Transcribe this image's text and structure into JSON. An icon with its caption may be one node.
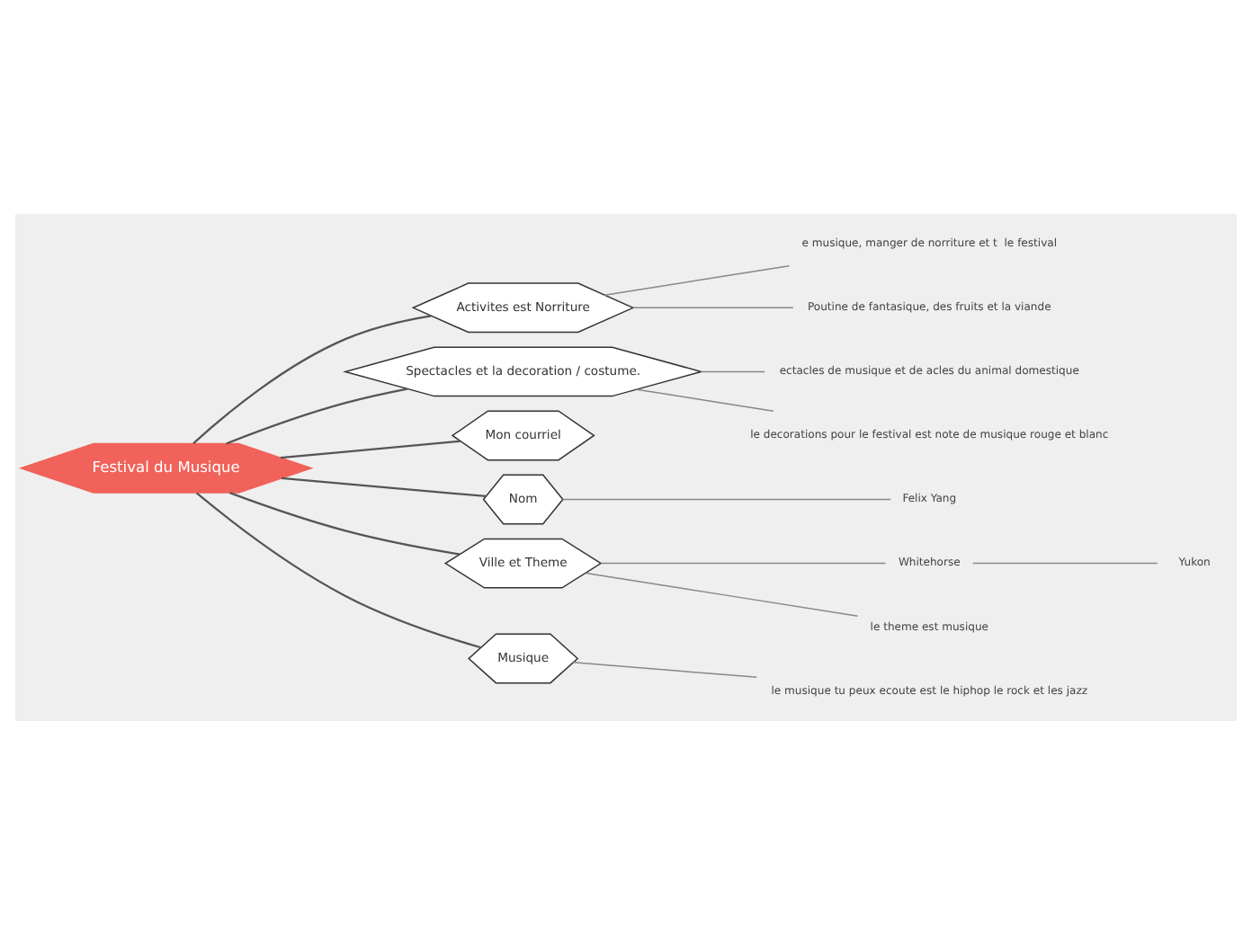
{
  "diagram": {
    "nodes": [
      {
        "text": [
          "Festival du Musique"
        ]
      },
      {
        "text": [
          "Activites est Norriture"
        ]
      },
      {
        "text": [
          "e musique, manger de norriture et t  le festival"
        ]
      },
      {
        "text": [
          "Poutine de fantasique, des fruits et la viande"
        ]
      },
      {
        "text": [
          "Spectacles et la decoration / costume."
        ]
      },
      {
        "text": [
          "ectacles de musique et de acles du animal domestique"
        ]
      },
      {
        "text": [
          "le decorations pour le festival est note de musique rouge et blanc"
        ]
      },
      {
        "text": [
          "Mon courriel"
        ]
      },
      {
        "text": [
          "Nom"
        ]
      },
      {
        "text": [
          "Felix Yang"
        ]
      },
      {
        "text": [
          "Ville et Theme"
        ]
      },
      {
        "text": [
          "Whitehorse"
        ]
      },
      {
        "text": [
          "Yukon"
        ]
      },
      {
        "text": [
          "le theme est musique"
        ]
      },
      {
        "text": [
          "Musique"
        ]
      },
      {
        "text": [
          "le musique tu peux ecoute est le hiphop le rock et les jazz"
        ]
      }
    ],
    "edges": [
      {
        "from": 0,
        "to": 1,
        "arrow": "none"
      },
      {
        "from": 1,
        "to": 2,
        "arrow": "none"
      },
      {
        "from": 1,
        "to": 3,
        "arrow": "none"
      },
      {
        "from": 0,
        "to": 4,
        "arrow": "none"
      },
      {
        "from": 4,
        "to": 5,
        "arrow": "none"
      },
      {
        "from": 4,
        "to": 6,
        "arrow": "none"
      },
      {
        "from": 0,
        "to": 7,
        "arrow": "none"
      },
      {
        "from": 0,
        "to": 8,
        "arrow": "none"
      },
      {
        "from": 8,
        "to": 9,
        "arrow": "none"
      },
      {
        "from": 0,
        "to": 10,
        "arrow": "none"
      },
      {
        "from": 10,
        "to": 11,
        "arrow": "none"
      },
      {
        "from": 11,
        "to": 12,
        "arrow": "none"
      },
      {
        "from": 10,
        "to": 13,
        "arrow": "none"
      },
      {
        "from": 0,
        "to": 14,
        "arrow": "none"
      },
      {
        "from": 14,
        "to": 15,
        "arrow": "none"
      }
    ]
  }
}
